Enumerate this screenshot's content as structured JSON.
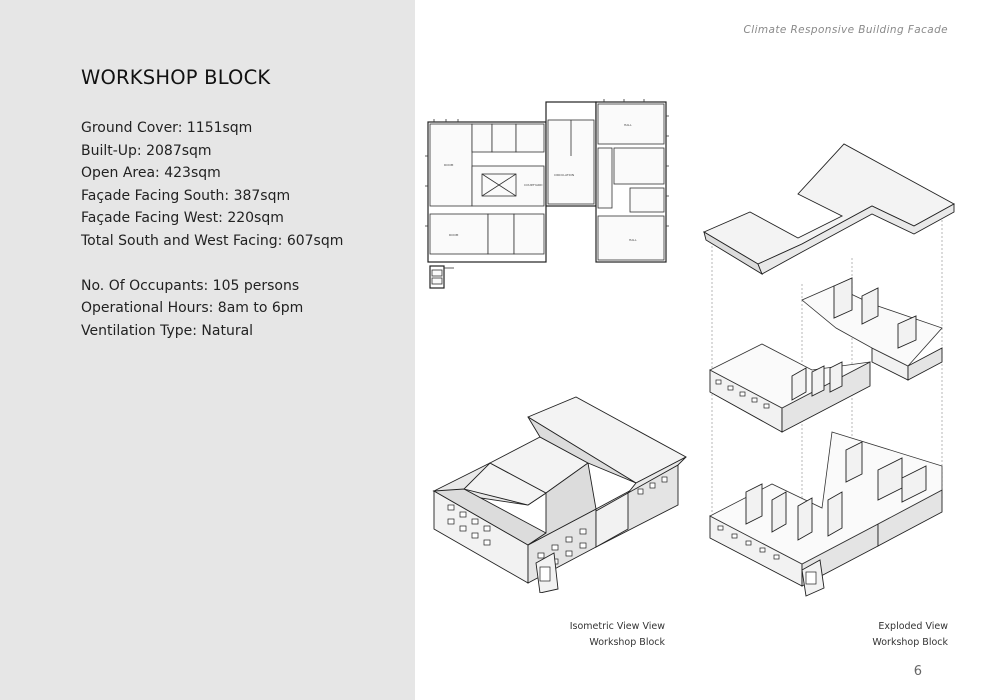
{
  "header": {
    "subtitle": "Climate Responsive Building Facade"
  },
  "title": "WORKSHOP BLOCK",
  "stats": [
    {
      "label": "Ground Cover:",
      "value": "1151sqm"
    },
    {
      "label": "Built-Up:",
      "value": "2087sqm"
    },
    {
      "label": "Open Area:",
      "value": "423sqm"
    },
    {
      "label": "Façade Facing South:",
      "value": "387sqm"
    },
    {
      "label": "Façade Facing West:",
      "value": "220sqm"
    },
    {
      "label": "Total South and West Facing:",
      "value": "607sqm"
    }
  ],
  "occupancy": [
    {
      "label": "No. Of Occupants:",
      "value": "105 persons"
    },
    {
      "label": "Operational Hours:",
      "value": "8am to 6pm"
    },
    {
      "label": "Ventilation Type:",
      "value": "Natural"
    }
  ],
  "captions": {
    "isometric": {
      "line1": "Isometric View View",
      "line2": "Workshop Block"
    },
    "exploded": {
      "line1": "Exploded View",
      "line2": "Workshop Block"
    }
  },
  "page_number": "6"
}
